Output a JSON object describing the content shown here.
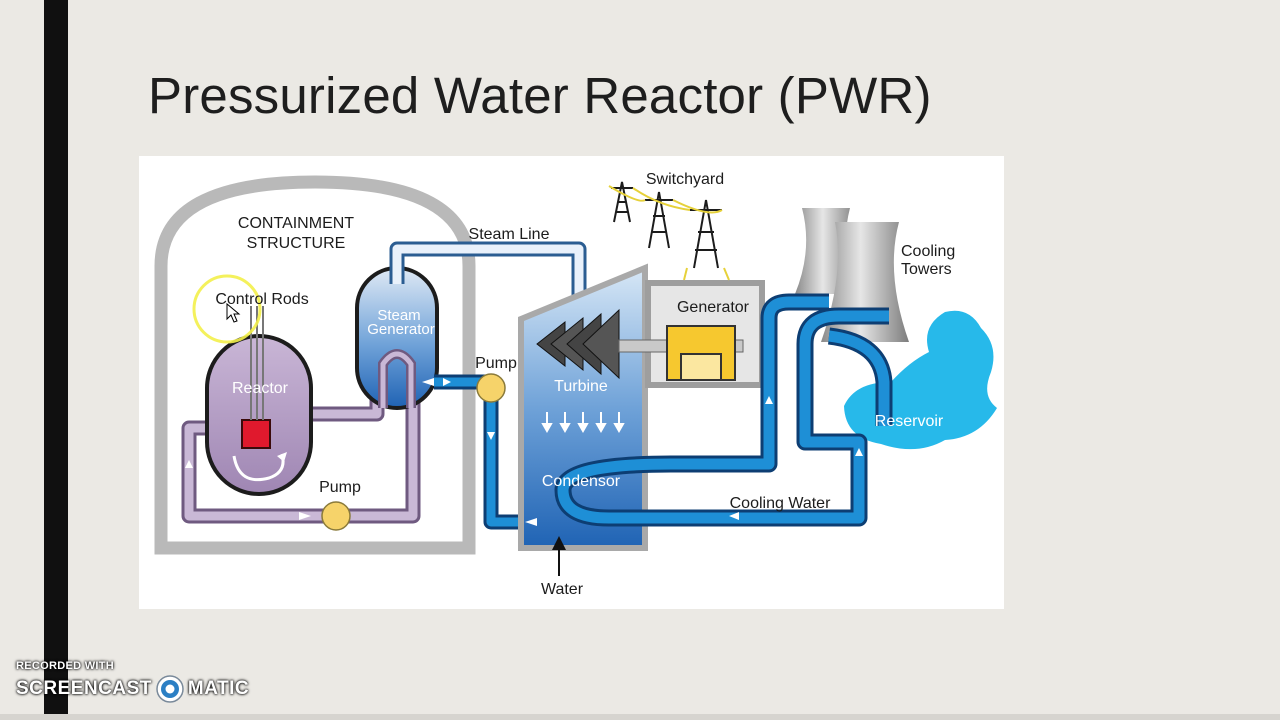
{
  "slide": {
    "title": "Pressurized Water Reactor (PWR)"
  },
  "diagram": {
    "containment_line1": "CONTAINMENT",
    "containment_line2": "STRUCTURE",
    "control_rods": "Control Rods",
    "reactor": "Reactor",
    "steam_generator_line1": "Steam",
    "steam_generator_line2": "Generator",
    "steam_line": "Steam Line",
    "switchyard": "Switchyard",
    "generator": "Generator",
    "turbine": "Turbine",
    "condensor": "Condensor",
    "pump_primary": "Pump",
    "pump_secondary": "Pump",
    "cooling_towers_line1": "Cooling",
    "cooling_towers_line2": "Towers",
    "reservoir": "Reservoir",
    "cooling_water": "Cooling Water",
    "water": "Water"
  },
  "watermark": {
    "line1": "RECORDED WITH",
    "brand_left": "SCREENCAST",
    "brand_right": "MATIC"
  },
  "colors": {
    "slide_background": "#ebe9e4",
    "left_bar": "#101010",
    "primary_loop": "#b6a3c6",
    "secondary_loop": "#1e8fd6",
    "containment": "#b9b9b9",
    "pump": "#f6d36a",
    "reservoir": "#27b9ea",
    "cursor_highlight": "#f3f04a"
  }
}
